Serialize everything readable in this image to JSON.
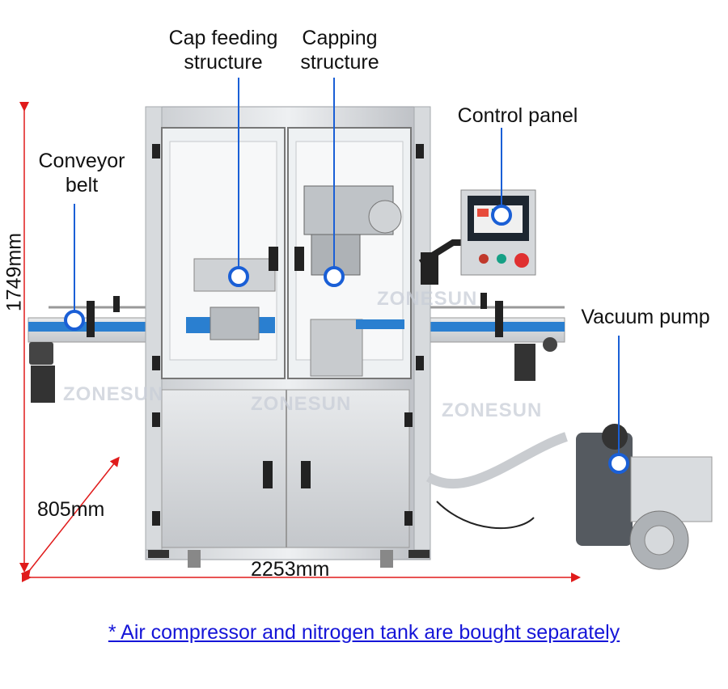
{
  "callouts": {
    "cap_feeding": [
      "Cap feeding",
      "structure"
    ],
    "capping": [
      "Capping",
      "structure"
    ],
    "control_panel": "Control panel",
    "conveyor_belt": [
      "Conveyor",
      "belt"
    ],
    "vacuum_pump": "Vacuum pump"
  },
  "dimensions": {
    "height": "1749mm",
    "depth": "805mm",
    "width": "2253mm"
  },
  "watermark": "ZONESUN",
  "note": "* Air compressor and nitrogen tank are bought separately",
  "colors": {
    "callout_blue": "#1a5fd6",
    "dimension_red": "#e01b1b",
    "note_blue": "#1515d8",
    "conveyor_blue": "#2a7fd0"
  }
}
